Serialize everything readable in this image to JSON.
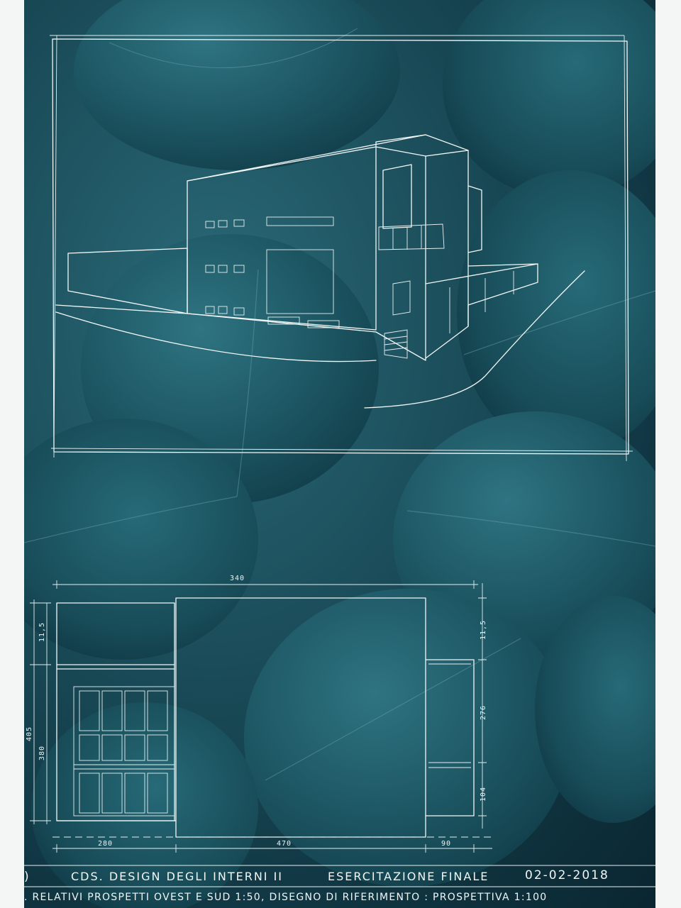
{
  "title_block": {
    "line1_course": "CDS. DESIGN DEGLI INTERNI  II",
    "line1_exercise": "ESERCITAZIONE FINALE",
    "line1_date": "02-02-2018",
    "line2": ". RELATIVI PROSPETTI OVEST E SUD 1:50, DISEGNO DI RIFERIMENTO : PROSPETTIVA 1:100",
    "edge_mark": ")"
  },
  "dimensions": {
    "top_overall": "340",
    "right_top": "11,5",
    "right_mid": "276",
    "right_bottom": "104",
    "left_top": "11,5",
    "left_total": "405",
    "left_mid": "380",
    "bottom_left": "280",
    "bottom_mid": "470",
    "bottom_right": "90"
  },
  "colors": {
    "ink": "#f2f7f7",
    "leaf_dark": "#0f3440",
    "leaf_light": "#2b6a78"
  }
}
